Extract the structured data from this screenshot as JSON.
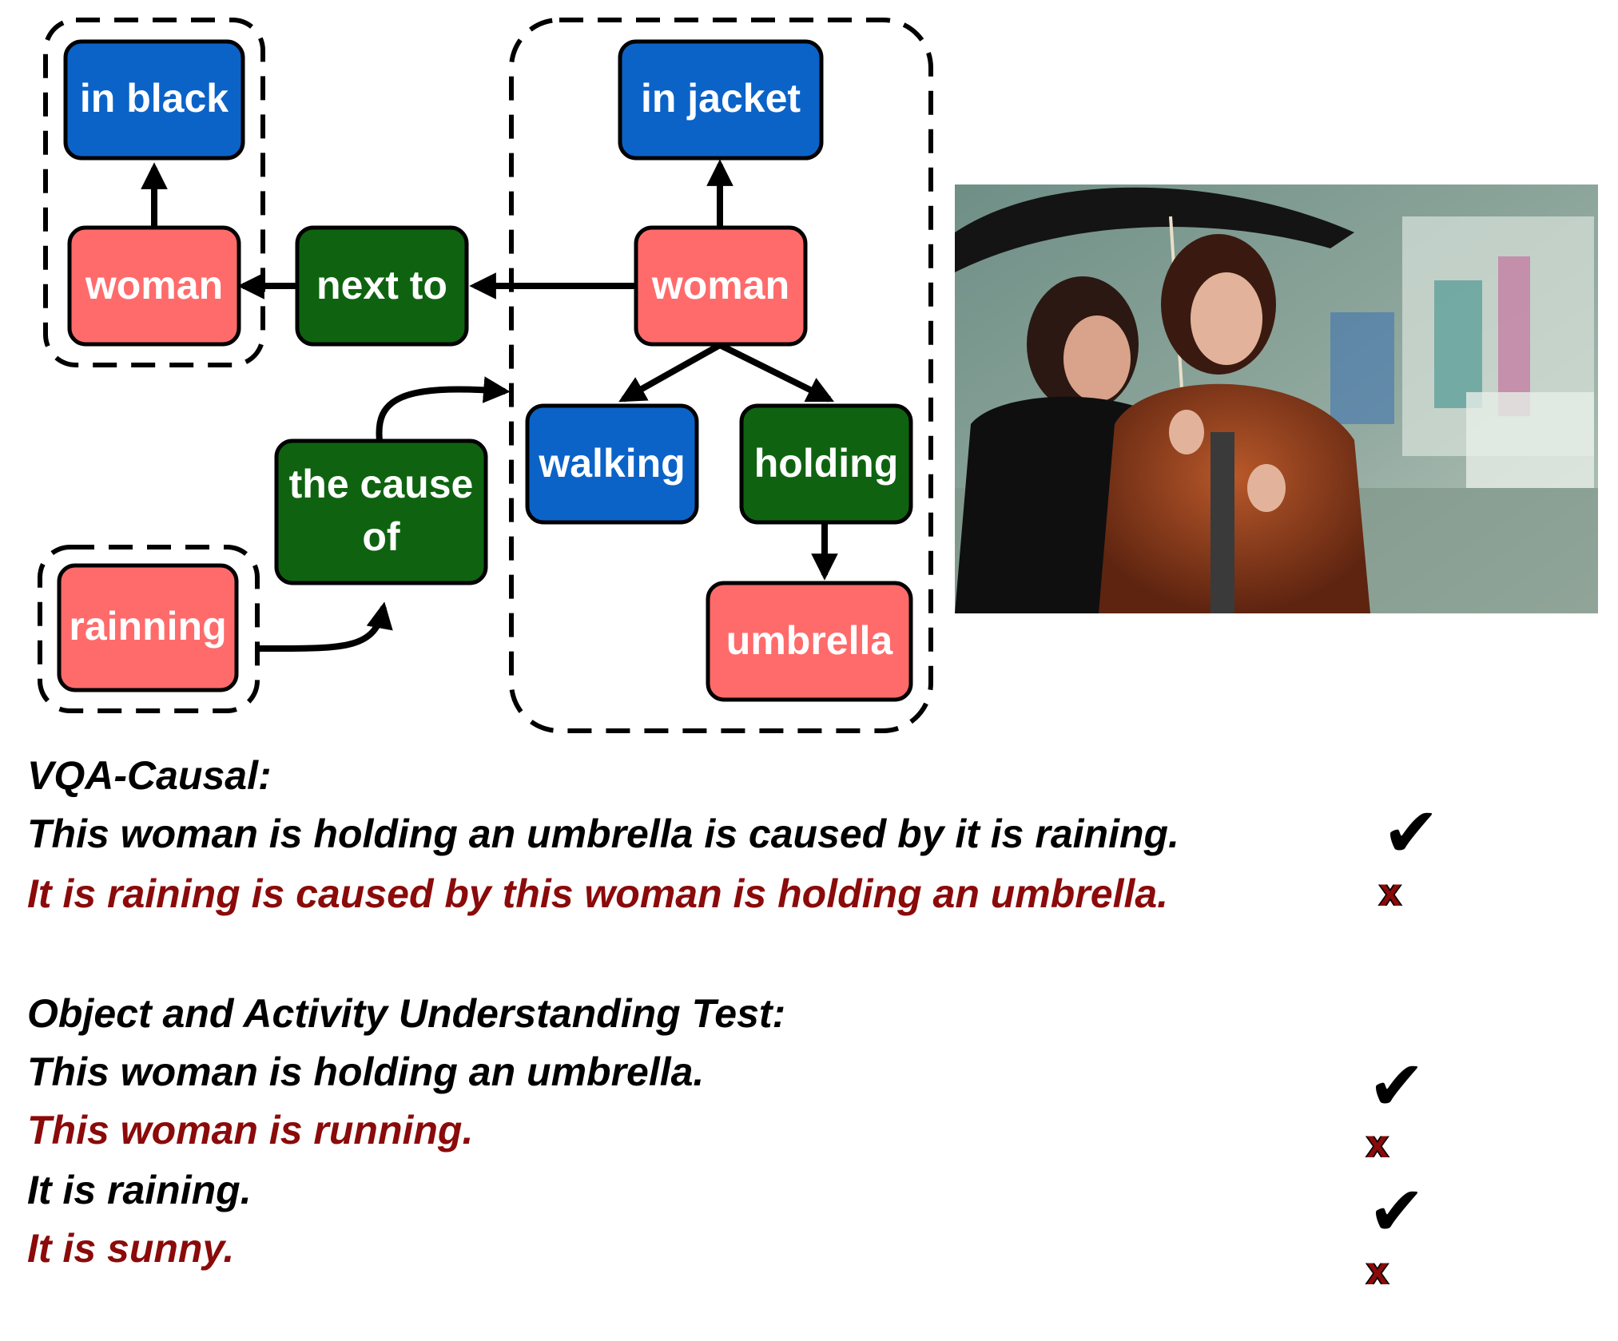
{
  "colors": {
    "object": "#ff6b6b",
    "attribute": "#0b63c8",
    "relation": "#0f6310",
    "wrong_text": "#8b0a0a"
  },
  "graph": {
    "nodes": {
      "in_black": "in black",
      "woman_left": "woman",
      "next_to": "next to",
      "in_jacket": "in jacket",
      "woman_right": "woman",
      "walking": "walking",
      "holding": "holding",
      "umbrella": "umbrella",
      "cause_line1": "the cause",
      "cause_line2": "of",
      "rainning": "rainning"
    }
  },
  "photo": {
    "description_icon": "photo-two-women-under-umbrella"
  },
  "vqa_causal": {
    "heading": "VQA-Causal:",
    "statements": [
      {
        "text": "This woman is holding an umbrella is caused by it is raining.",
        "correct": true
      },
      {
        "text": "It is raining is caused by this woman is holding an umbrella.",
        "correct": false
      }
    ]
  },
  "object_activity": {
    "heading": "Object and Activity Understanding Test:",
    "statements": [
      {
        "text": "This woman is holding an umbrella.",
        "correct": true
      },
      {
        "text": "This woman is running.",
        "correct": false
      },
      {
        "text": "It is raining.",
        "correct": true
      },
      {
        "text": "It is sunny.",
        "correct": false
      }
    ]
  },
  "marks": {
    "check": "✔",
    "cross": "x"
  }
}
